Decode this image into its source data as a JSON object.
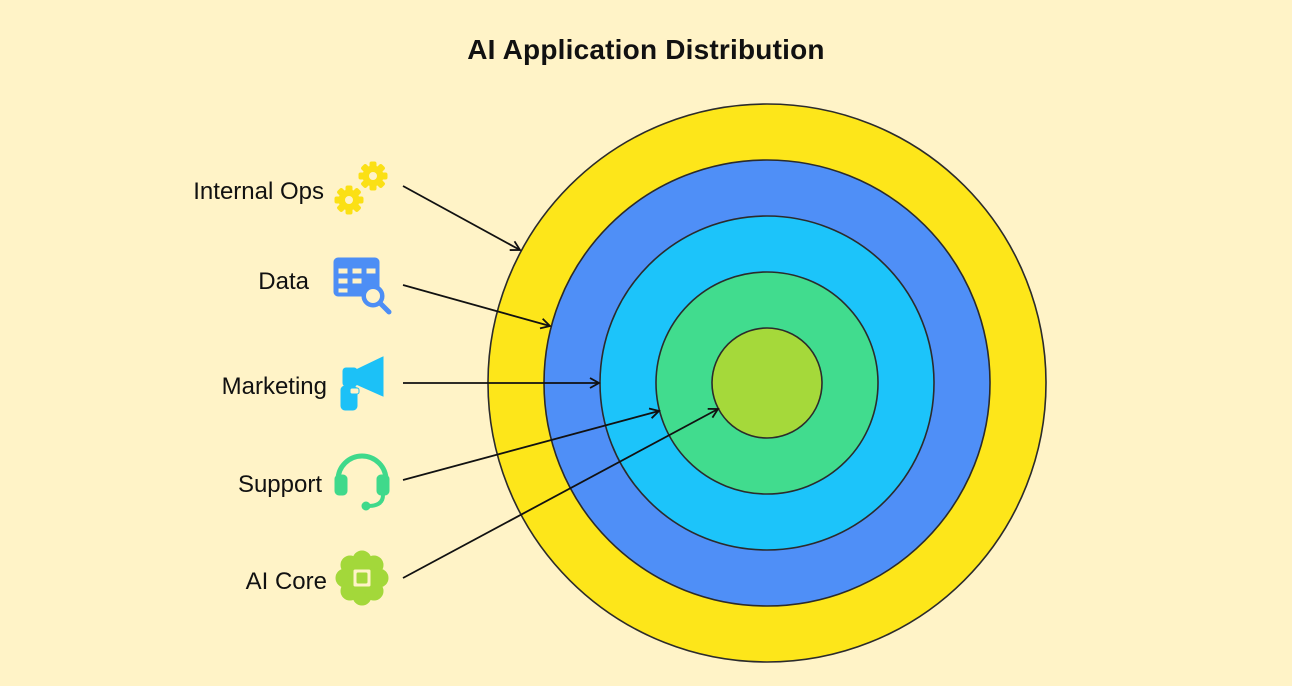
{
  "title": "AI Application Distribution",
  "colors": {
    "background": "#fff3c7",
    "outline": "#2b2b2b",
    "arrow": "#111111"
  },
  "rings": [
    {
      "name": "Internal Ops",
      "color": "#fde61a",
      "icon": "gears-icon",
      "icon_color": "#fbe015"
    },
    {
      "name": "Data",
      "color": "#4f8ff7",
      "icon": "table-search-icon",
      "icon_color": "#4d8ef5"
    },
    {
      "name": "Marketing",
      "color": "#1cc4fa",
      "icon": "megaphone-icon",
      "icon_color": "#1cc1f7"
    },
    {
      "name": "Support",
      "color": "#41dc8e",
      "icon": "headset-icon",
      "icon_color": "#3fd98b"
    },
    {
      "name": "AI Core",
      "color": "#a5d93a",
      "icon": "brain-chip-icon",
      "icon_color": "#a3d83a"
    }
  ]
}
